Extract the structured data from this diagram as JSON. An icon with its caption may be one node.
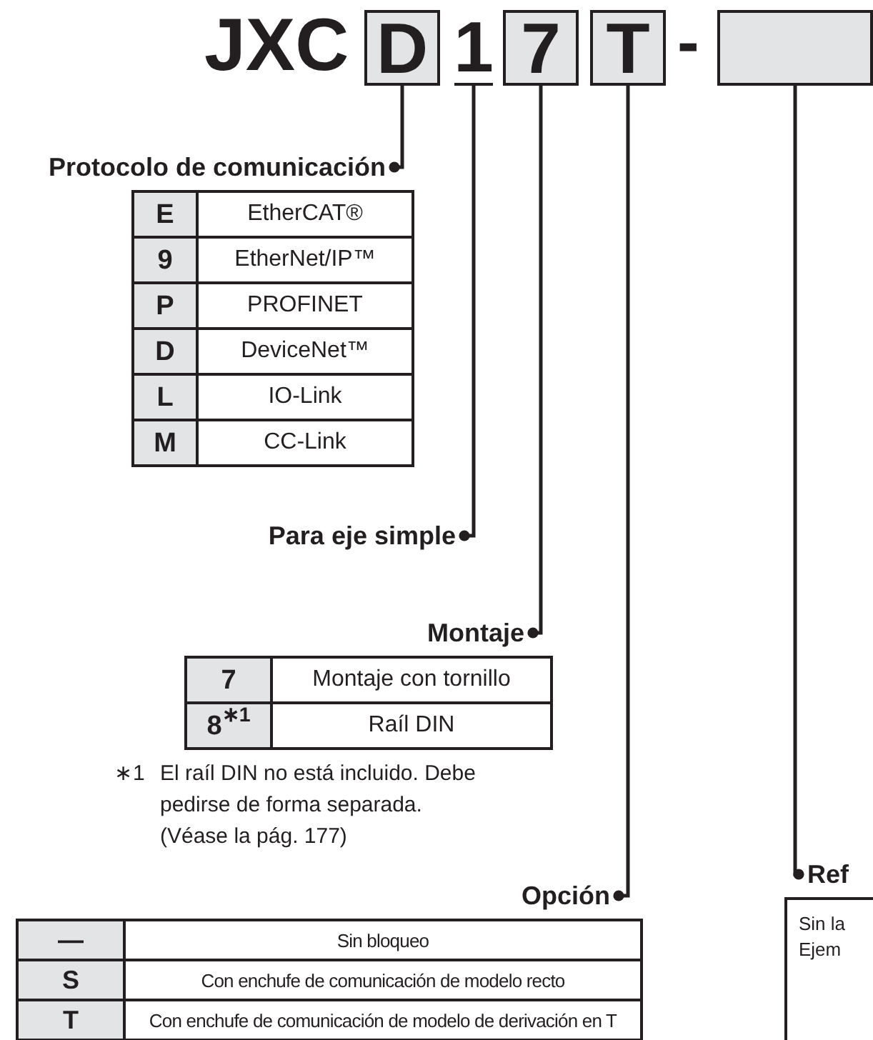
{
  "diagram": {
    "nodes": [
      {
        "text": [
          "D"
        ]
      },
      {
        "text": [
          "1"
        ]
      },
      {
        "text": [
          "7"
        ]
      },
      {
        "text": [
          "T"
        ]
      },
      {
        "text": [],
        "shape": "box"
      },
      {
        "text": [
          "Protocolo de comunicación"
        ]
      },
      {
        "text": [
          "Para eje simple"
        ]
      },
      {
        "text": [
          "Montaje"
        ]
      },
      {
        "text": [
          "Opción"
        ]
      },
      {
        "text": [
          "Ref"
        ]
      },
      {
        "text": [
          "Sin la Ejem"
        ]
      }
    ],
    "edges": [
      {
        "from": 0,
        "to": 5,
        "arrow": "other"
      },
      {
        "from": 1,
        "to": 6,
        "arrow": "other"
      },
      {
        "from": 2,
        "to": 7,
        "arrow": "other"
      },
      {
        "from": 3,
        "to": 8,
        "arrow": "other"
      },
      {
        "from": 4,
        "to": 9,
        "arrow": "other"
      }
    ],
    "labels": [
      "JXC",
      "-",
      "E",
      "EtherCAT®",
      "9",
      "EtherNet/IP™",
      "P",
      "PROFINET",
      "D",
      "DeviceNet™",
      "L",
      "IO-Link",
      "M",
      "CC-Link",
      "7",
      "Montaje con tornillo",
      "8$^{∗1}$",
      "Raíl DIN",
      "∗1",
      "El raíl DIN no está incluido. Debe pedirse de forma separada. (Véase la pág. 177)",
      "—",
      "Sin bloqueo",
      "S",
      "Con enchufe de comunicación de modelo recto",
      "T",
      "Con enchufe de comunicación de modelo de derivación en T"
    ]
  }
}
